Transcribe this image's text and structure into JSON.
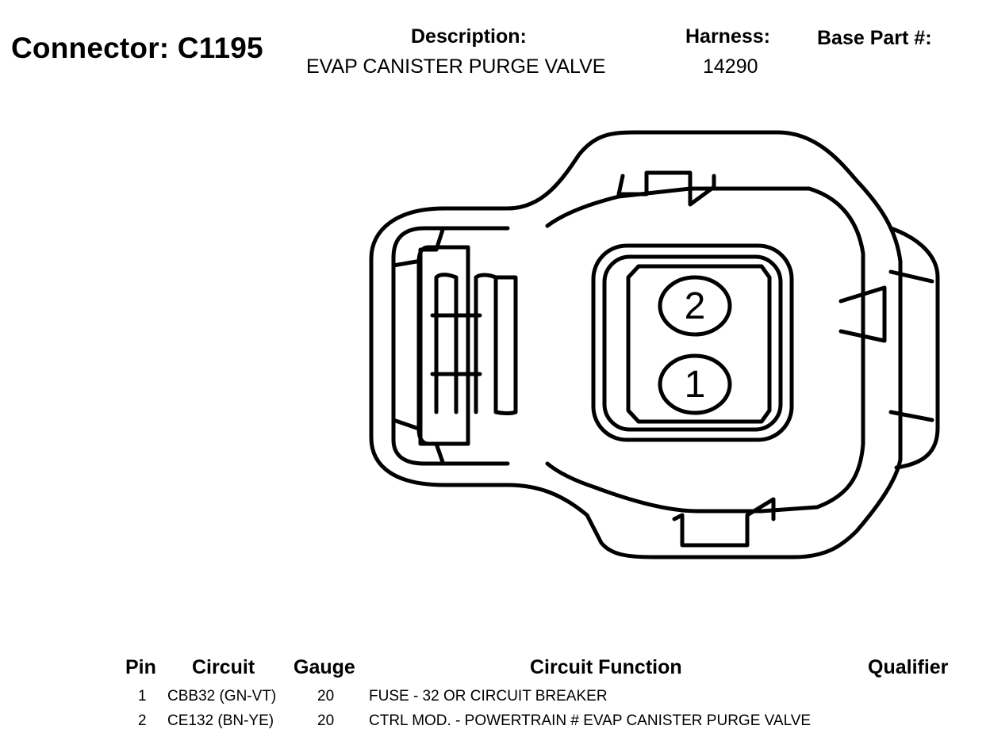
{
  "header": {
    "connector": "Connector: C1195",
    "description_label": "Description:",
    "description": "EVAP CANISTER PURGE VALVE",
    "harness_label": "Harness:",
    "harness": "14290",
    "base_part_label": "Base Part #:"
  },
  "diagram": {
    "pins": [
      {
        "label": "2"
      },
      {
        "label": "1"
      }
    ]
  },
  "table": {
    "headers": {
      "pin": "Pin",
      "circuit": "Circuit",
      "gauge": "Gauge",
      "function": "Circuit Function",
      "qualifier": "Qualifier"
    },
    "rows": [
      {
        "pin": "1",
        "circuit": "CBB32 (GN-VT)",
        "gauge": "20",
        "function": "FUSE - 32 OR CIRCUIT BREAKER",
        "qualifier": ""
      },
      {
        "pin": "2",
        "circuit": "CE132 (BN-YE)",
        "gauge": "20",
        "function": "CTRL MOD. - POWERTRAIN # EVAP CANISTER PURGE VALVE",
        "qualifier": ""
      }
    ]
  }
}
